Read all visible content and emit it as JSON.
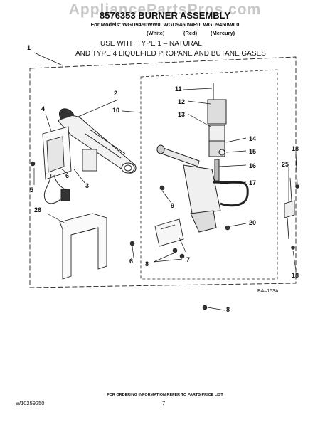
{
  "watermark": "AppliancePartsPros.com",
  "header": {
    "title": "8576353 BURNER ASSEMBLY",
    "models_line": "For Models: WGD9450WW0, WGD9450WR0, WGD9450WL0",
    "variants": [
      "(White)",
      "(Red)",
      "(Mercury)"
    ],
    "use_line_1": "USE WITH TYPE 1 –   NATURAL",
    "use_line_2": "AND TYPE 4    LIQUEFIED PROPANE AND BUTANE GASES"
  },
  "diagram": {
    "code": "BA–153A",
    "part_numbers": [
      "1",
      "2",
      "3",
      "4",
      "5",
      "6",
      "7",
      "8",
      "9",
      "10",
      "11",
      "12",
      "13",
      "14",
      "15",
      "16",
      "17",
      "18",
      "20",
      "25",
      "26"
    ],
    "callouts": [
      {
        "id": "1",
        "label": "1"
      },
      {
        "id": "2",
        "label": "2"
      },
      {
        "id": "10",
        "label": "10"
      },
      {
        "id": "4",
        "label": "4"
      },
      {
        "id": "3",
        "label": "3"
      },
      {
        "id": "6a",
        "label": "6"
      },
      {
        "id": "5",
        "label": "5"
      },
      {
        "id": "26",
        "label": "26"
      },
      {
        "id": "9",
        "label": "9"
      },
      {
        "id": "6b",
        "label": "6"
      },
      {
        "id": "8a",
        "label": "8"
      },
      {
        "id": "7",
        "label": "7"
      },
      {
        "id": "8b",
        "label": "8"
      },
      {
        "id": "11",
        "label": "11"
      },
      {
        "id": "12",
        "label": "12"
      },
      {
        "id": "13",
        "label": "13"
      },
      {
        "id": "14",
        "label": "14"
      },
      {
        "id": "15",
        "label": "15"
      },
      {
        "id": "16",
        "label": "16"
      },
      {
        "id": "17",
        "label": "17"
      },
      {
        "id": "20",
        "label": "20"
      },
      {
        "id": "18a",
        "label": "18"
      },
      {
        "id": "25",
        "label": "25"
      },
      {
        "id": "18b",
        "label": "18"
      }
    ]
  },
  "footer": {
    "order_note": "FOR ORDERING INFORMATION REFER TO PARTS PRICE LIST",
    "doc_number": "W10259250",
    "page_number": "7"
  }
}
